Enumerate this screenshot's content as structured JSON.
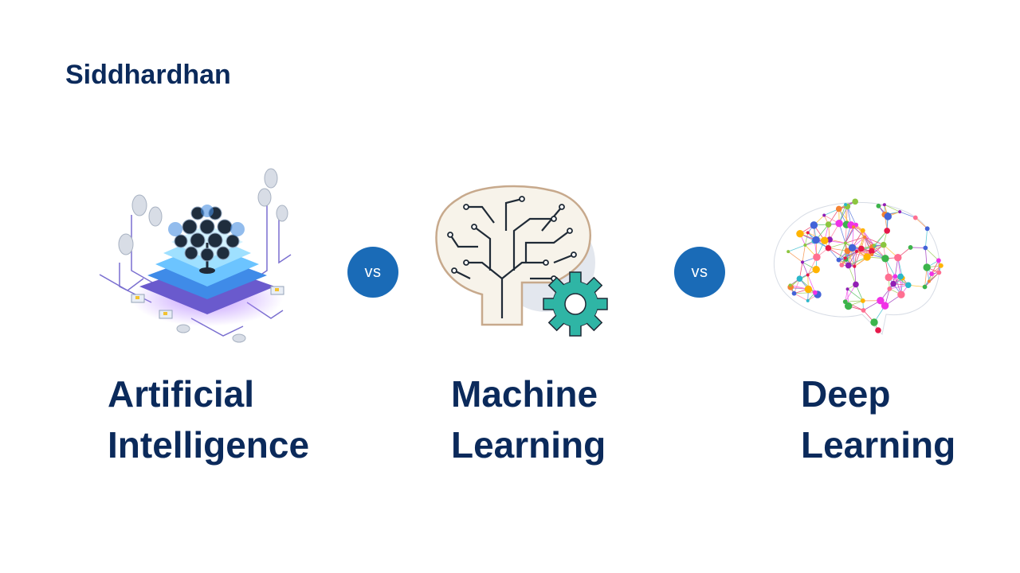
{
  "slide": {
    "author": "Siddhardhan",
    "vs_label_1": "vs",
    "vs_label_2": "vs",
    "topics": [
      {
        "line1": "Artificial",
        "line2": "Intelligence",
        "icon": "ai-chip-tree-icon"
      },
      {
        "line1": "Machine",
        "line2": "Learning",
        "icon": "circuit-brain-gear-icon"
      },
      {
        "line1": "Deep",
        "line2": "Learning",
        "icon": "neural-network-brain-icon"
      }
    ]
  },
  "colors": {
    "text": "#0b2a5b",
    "vs_circle": "#1a6bb7",
    "gear": "#2fb5a5",
    "chip_glow": "#8a4dff"
  }
}
